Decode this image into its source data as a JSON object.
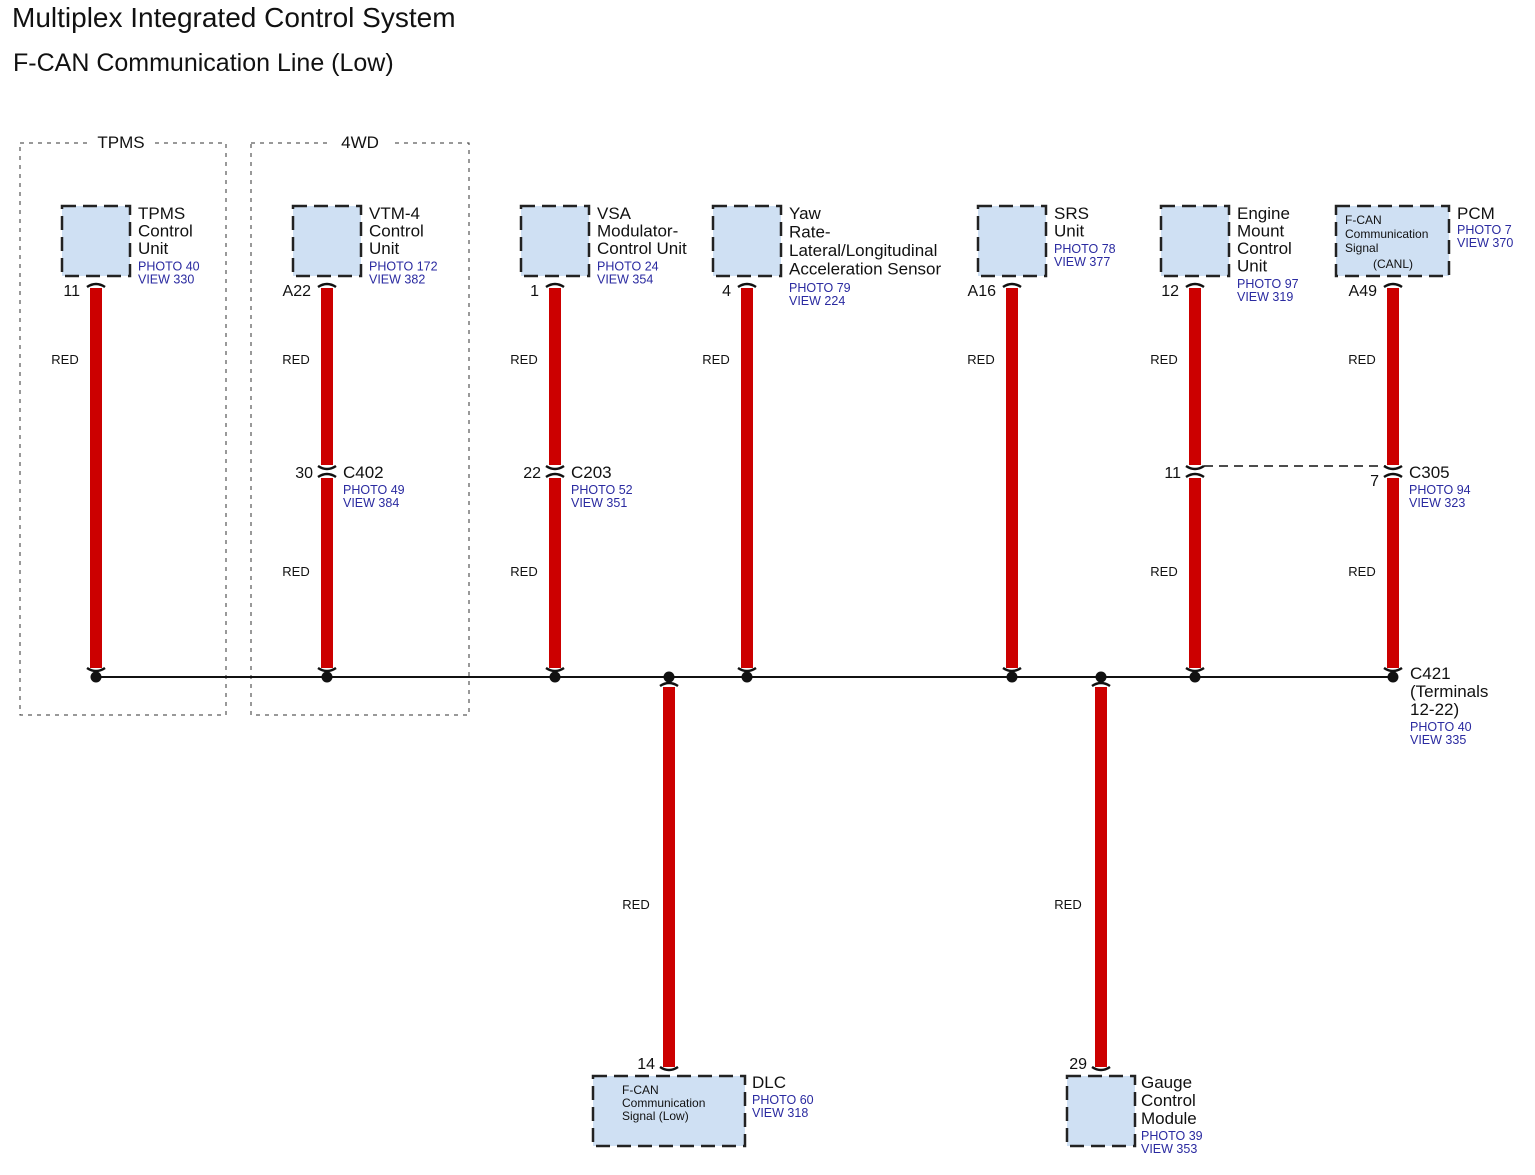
{
  "title": "Multiplex Integrated Control System",
  "subtitle": "F-CAN Communication Line (Low)",
  "groups": [
    {
      "label": "TPMS"
    },
    {
      "label": "4WD"
    }
  ],
  "wire_color": "RED",
  "wire_hex": "#cc0000",
  "component_fill": "#cfe0f3",
  "components": [
    {
      "name": [
        "TPMS",
        "Control",
        "Unit"
      ],
      "photo": "PHOTO 40",
      "view": "VIEW 330",
      "pin": "11",
      "connector": null
    },
    {
      "name": [
        "VTM-4",
        "Control",
        "Unit"
      ],
      "photo": "PHOTO 172",
      "view": "VIEW 382",
      "pin": "A22",
      "connector": {
        "id": "C402",
        "pin": "30",
        "photo": "PHOTO 49",
        "view": "VIEW 384"
      }
    },
    {
      "name": [
        "VSA",
        "Modulator-",
        "Control Unit"
      ],
      "photo": "PHOTO 24",
      "view": "VIEW 354",
      "pin": "1",
      "connector": {
        "id": "C203",
        "pin": "22",
        "photo": "PHOTO 52",
        "view": "VIEW 351"
      }
    },
    {
      "name": [
        "Yaw",
        "Rate-",
        "Lateral/Longitudinal",
        "Acceleration Sensor"
      ],
      "photo": "PHOTO 79",
      "view": "VIEW 224",
      "pin": "4",
      "connector": null
    },
    {
      "name": [
        "SRS",
        "Unit"
      ],
      "photo": "PHOTO 78",
      "view": "VIEW 377",
      "pin": "A16",
      "connector": null
    },
    {
      "name": [
        "Engine",
        "Mount",
        "Control",
        "Unit"
      ],
      "photo": "PHOTO 97",
      "view": "VIEW 319",
      "pin": "12",
      "connector": {
        "id": "",
        "pin": "11",
        "photo": "",
        "view": ""
      }
    },
    {
      "name": [
        "PCM"
      ],
      "photo": "PHOTO 7",
      "view": "VIEW 370",
      "pin": "A49",
      "inner": [
        "F-CAN",
        "Communication",
        "Signal",
        "(CANL)"
      ],
      "connector": {
        "id": "C305",
        "pin": "7",
        "photo": "PHOTO 94",
        "view": "VIEW 323"
      }
    }
  ],
  "bus_connector": {
    "id": "C421",
    "detail": [
      "(Terminals",
      "12-22)"
    ],
    "photo": "PHOTO 40",
    "view": "VIEW 335"
  },
  "bottom_components": [
    {
      "name": [
        "DLC"
      ],
      "photo": "PHOTO 60",
      "view": "VIEW 318",
      "pin": "14",
      "inner": [
        "F-CAN",
        "Communication",
        "Signal (Low)"
      ]
    },
    {
      "name": [
        "Gauge",
        "Control",
        "Module"
      ],
      "photo": "PHOTO 39",
      "view": "VIEW 353",
      "pin": "29"
    }
  ]
}
